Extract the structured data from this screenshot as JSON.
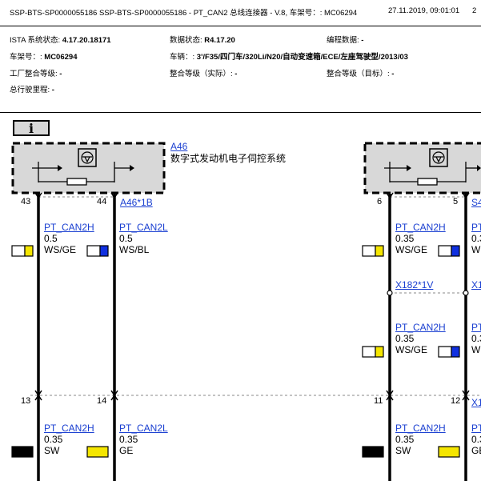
{
  "header": {
    "title": "SSP-BTS-SP0000055186 SSP-BTS-SP0000055186 - PT_CAN2 总线连接器 - V.8, 车架号：: MC06294",
    "datetime": "27.11.2019, 09:01:01",
    "page": "2"
  },
  "meta": {
    "ista_label": "ISTA 系统状态:",
    "ista_value": "4.17.20.18171",
    "data_label": "数据状态:",
    "data_value": "R4.17.20",
    "prog_label": "编程数据:",
    "prog_value": "-",
    "vin_label": "车架号：:",
    "vin_value": "MC06294",
    "vehicle_label": "车辆：:",
    "vehicle_value": "3'/F35/四门车/320Li/N20/自动变速箱/ECE/左座驾驶型/2013/03",
    "factory_label": "工厂整合等级:",
    "factory_value": "-",
    "int_actual_label": "整合等级（实际）:",
    "int_actual_value": "-",
    "int_target_label": "整合等级（目标）:",
    "int_target_value": "-",
    "mileage_label": "总行驶里程:",
    "mileage_value": "-"
  },
  "info_icon": "i",
  "colors": {
    "link": "#1a3fd1",
    "component_fill": "#d8d8d8",
    "ge": "#f5e600",
    "bl": "#1030e0",
    "ws": "#ffffff",
    "sw": "#000000"
  },
  "component": {
    "id": "A46",
    "name": "数字式发动机电子伺控系统"
  },
  "pins": {
    "p43": "43",
    "p44": "44",
    "p6": "6",
    "p5": "5",
    "p13": "13",
    "p14": "14",
    "p11": "11",
    "p12": "12"
  },
  "connectors": {
    "a46_1b": "A46*1B",
    "s4_partial": "S4",
    "x182_1v": "X182*1V",
    "x1_partial": "X1",
    "x1_bottom_partial": "X1"
  },
  "wires": {
    "w1_name": "PT_CAN2H",
    "w1_size": "0.5",
    "w1_color": "WS/GE",
    "w2_name": "PT_CAN2L",
    "w2_size": "0.5",
    "w2_color": "WS/BL",
    "w3_name": "PT_CAN2H",
    "w3_size": "0.35",
    "w3_color": "WS/GE",
    "w3b_name": "PT_CAN2H",
    "w3b_size": "0.35",
    "w3b_color": "WS/GE",
    "w4_name": "PT_CAN2H",
    "w4_size": "0.35",
    "w4_color": "SW",
    "w5_name": "PT_CAN2L",
    "w5_size": "0.35",
    "w5_color": "GE",
    "w6_name": "PT_CAN2H",
    "w6_size": "0.35",
    "w6_color": "SW",
    "w6_color_partial": "GE"
  }
}
